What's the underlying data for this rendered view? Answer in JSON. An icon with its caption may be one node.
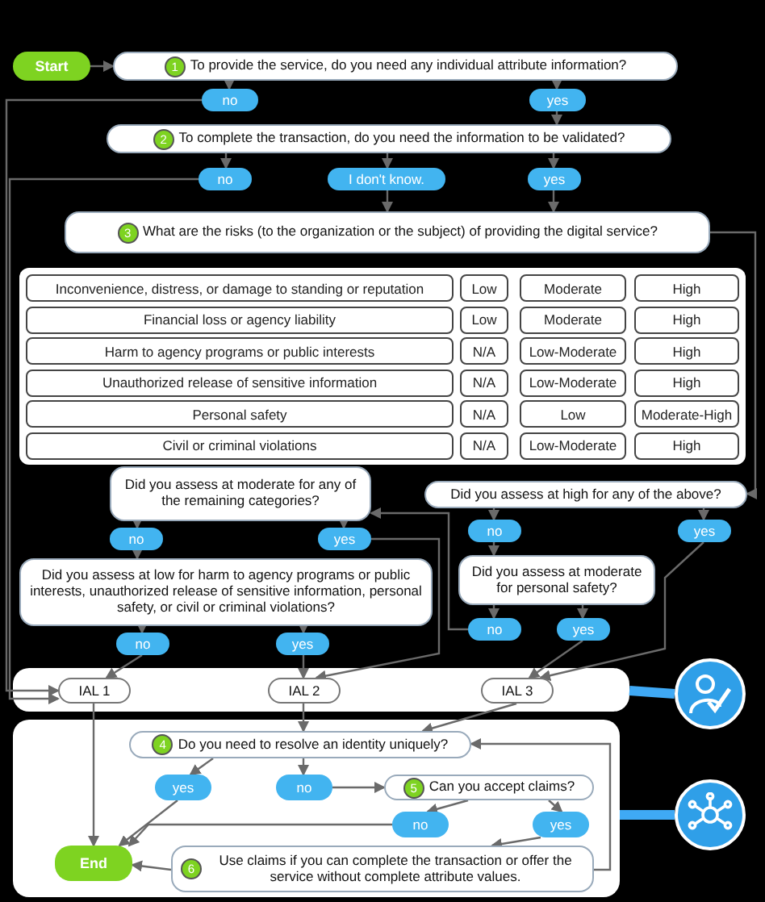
{
  "diagram": {
    "nodes": [
      {
        "text": [
          "Start"
        ]
      },
      {
        "text": [
          "1",
          "To provide the service, do you need any individual attribute information?"
        ]
      },
      {
        "text": [
          "no"
        ]
      },
      {
        "text": [
          "yes"
        ]
      },
      {
        "text": [
          "2",
          "To complete the transaction, do you need the information to be validated?"
        ]
      },
      {
        "text": [
          "no"
        ]
      },
      {
        "text": [
          "I don't know."
        ]
      },
      {
        "text": [
          "yes"
        ]
      },
      {
        "text": [
          "3",
          "What are the risks (to the organization or the subject) of providing the digital service?"
        ]
      },
      {
        "text": [
          "Did you assess at moderate for any of the remaining categories?"
        ]
      },
      {
        "text": [
          "no"
        ]
      },
      {
        "text": [
          "yes"
        ]
      },
      {
        "text": [
          "Did you assess at high for any of the above?"
        ]
      },
      {
        "text": [
          "no"
        ]
      },
      {
        "text": [
          "yes"
        ]
      },
      {
        "text": [
          "Did you assess at low for harm to agency programs or public interests, unauthorized release of sensitive information, personal safety, or civil or criminal violations?"
        ]
      },
      {
        "text": [
          "no"
        ]
      },
      {
        "text": [
          "yes"
        ]
      },
      {
        "text": [
          "Did you assess at moderate for personal safety?"
        ]
      },
      {
        "text": [
          "no"
        ]
      },
      {
        "text": [
          "yes"
        ]
      },
      {
        "text": [],
        "shape": "box"
      },
      {
        "text": [
          "IAL 1"
        ],
        "in": 21
      },
      {
        "text": [
          "IAL 2"
        ],
        "in": 21
      },
      {
        "text": [
          "IAL 3"
        ],
        "in": 21
      },
      {
        "text": [],
        "shape": "box"
      },
      {
        "text": [
          "4",
          "Do you need to resolve an identity uniquely?"
        ],
        "in": 25
      },
      {
        "text": [
          "yes"
        ],
        "in": 25
      },
      {
        "text": [
          "no"
        ],
        "in": 25
      },
      {
        "text": [
          "5",
          "Can you accept claims?"
        ],
        "in": 25
      },
      {
        "text": [
          "no"
        ],
        "in": 25
      },
      {
        "text": [
          "yes"
        ],
        "in": 25
      },
      {
        "text": [
          "6",
          "Use claims if you can complete the transaction or offer the service without complete attribute values."
        ],
        "in": 25
      },
      {
        "text": [
          "End"
        ],
        "in": 25
      },
      {
        "text": [],
        "shape": "circle"
      },
      {
        "text": [],
        "shape": "circle"
      }
    ],
    "edges": [
      {
        "from": 0,
        "to": 1,
        "arrow": "to"
      },
      {
        "from": 1,
        "to": 2,
        "arrow": "to"
      },
      {
        "from": 1,
        "to": 3,
        "arrow": "to"
      },
      {
        "from": 2,
        "to": 22,
        "arrow": "to"
      },
      {
        "from": 3,
        "to": 4,
        "arrow": "to"
      },
      {
        "from": 4,
        "to": 5,
        "arrow": "to"
      },
      {
        "from": 4,
        "to": 6,
        "arrow": "to"
      },
      {
        "from": 4,
        "to": 7,
        "arrow": "to"
      },
      {
        "from": 5,
        "to": 22,
        "arrow": "to"
      },
      {
        "from": 6,
        "to": 8,
        "arrow": "to"
      },
      {
        "from": 7,
        "to": 8,
        "arrow": "to"
      },
      {
        "from": 8,
        "to": 12,
        "arrow": "to"
      },
      {
        "from": 12,
        "to": 13,
        "arrow": "to"
      },
      {
        "from": 12,
        "to": 14,
        "arrow": "to"
      },
      {
        "from": 14,
        "to": 24,
        "arrow": "to"
      },
      {
        "from": 13,
        "to": 18,
        "arrow": "to"
      },
      {
        "from": 18,
        "to": 19,
        "arrow": "to"
      },
      {
        "from": 18,
        "to": 20,
        "arrow": "to"
      },
      {
        "from": 20,
        "to": 24,
        "arrow": "to"
      },
      {
        "from": 19,
        "to": 9,
        "arrow": "to"
      },
      {
        "from": 9,
        "to": 10,
        "arrow": "to"
      },
      {
        "from": 9,
        "to": 11,
        "arrow": "to"
      },
      {
        "from": 11,
        "to": 23,
        "arrow": "to"
      },
      {
        "from": 10,
        "to": 15,
        "arrow": "to"
      },
      {
        "from": 15,
        "to": 16,
        "arrow": "to"
      },
      {
        "from": 15,
        "to": 17,
        "arrow": "to"
      },
      {
        "from": 17,
        "to": 23,
        "arrow": "to"
      },
      {
        "from": 16,
        "to": 22,
        "arrow": "to"
      },
      {
        "from": 22,
        "to": 33,
        "arrow": "to"
      },
      {
        "from": 23,
        "to": 26,
        "arrow": "to"
      },
      {
        "from": 24,
        "to": 26,
        "arrow": "to"
      },
      {
        "from": 26,
        "to": 27,
        "arrow": "to"
      },
      {
        "from": 26,
        "to": 28,
        "arrow": "to"
      },
      {
        "from": 27,
        "to": 33,
        "arrow": "to"
      },
      {
        "from": 28,
        "to": 29,
        "arrow": "to"
      },
      {
        "from": 29,
        "to": 30,
        "arrow": "to"
      },
      {
        "from": 29,
        "to": 31,
        "arrow": "to"
      },
      {
        "from": 30,
        "to": 33,
        "arrow": "to"
      },
      {
        "from": 31,
        "to": 32,
        "arrow": "to"
      },
      {
        "from": 32,
        "to": 33,
        "arrow": "to"
      },
      {
        "from": 32,
        "to": 26,
        "arrow": "to"
      },
      {
        "from": 21,
        "to": 34,
        "arrow": "none",
        "style": "thick",
        "color": "#3fa9f5"
      },
      {
        "from": 25,
        "to": 35,
        "arrow": "none",
        "style": "thick",
        "color": "#3fa9f5"
      }
    ],
    "labels": [
      "Inconvenience, distress, or damage to standing or reputation",
      "Low",
      "Moderate",
      "High",
      "Financial loss or agency liability",
      "Low",
      "Moderate",
      "High",
      "Harm to agency programs or public interests",
      "N/A",
      "Low-Moderate",
      "High",
      "Unauthorized release of sensitive information",
      "N/A",
      "Low-Moderate",
      "High",
      "Personal safety",
      "N/A",
      "Low",
      "Moderate-High",
      "Civil or criminal violations",
      "N/A",
      "Low-Moderate",
      "High"
    ]
  }
}
